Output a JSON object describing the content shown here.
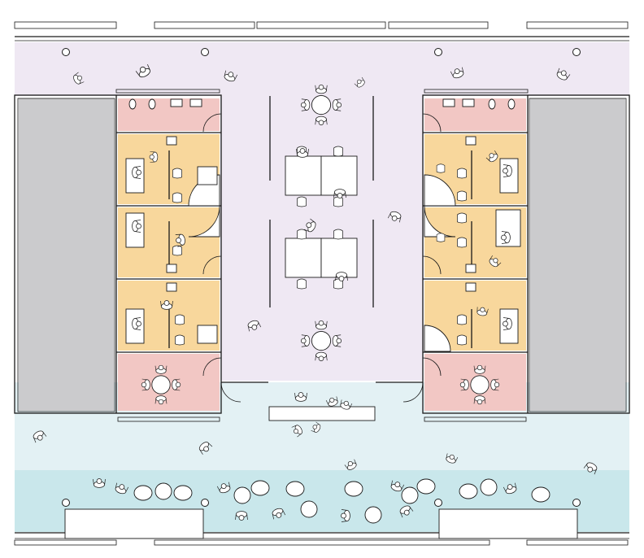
{
  "colors": {
    "corridor": "#efe8f3",
    "service": "#f2c7c4",
    "office": "#f8d79c",
    "plant_room": "#cbcbcd",
    "lobby": "#e3f1f4",
    "lounge": "#c9e7eb",
    "furniture": "#ffffff",
    "linework": "#1a1a1a"
  },
  "rooms": [
    {
      "name": "upper-corridor",
      "kind": "corridor"
    },
    {
      "name": "central-hall",
      "kind": "corridor"
    },
    {
      "name": "left-plant-room",
      "kind": "plant_room"
    },
    {
      "name": "right-plant-room",
      "kind": "plant_room"
    },
    {
      "name": "left-washroom",
      "kind": "service"
    },
    {
      "name": "right-washroom",
      "kind": "service"
    },
    {
      "name": "left-office-1",
      "kind": "office"
    },
    {
      "name": "left-office-2",
      "kind": "office"
    },
    {
      "name": "left-office-3",
      "kind": "office"
    },
    {
      "name": "right-office-1",
      "kind": "office"
    },
    {
      "name": "right-office-2",
      "kind": "office"
    },
    {
      "name": "right-office-3",
      "kind": "office"
    },
    {
      "name": "left-meeting-room",
      "kind": "service"
    },
    {
      "name": "right-meeting-room",
      "kind": "service"
    },
    {
      "name": "entrance-lobby",
      "kind": "lobby"
    },
    {
      "name": "lounge-area",
      "kind": "lounge"
    }
  ]
}
